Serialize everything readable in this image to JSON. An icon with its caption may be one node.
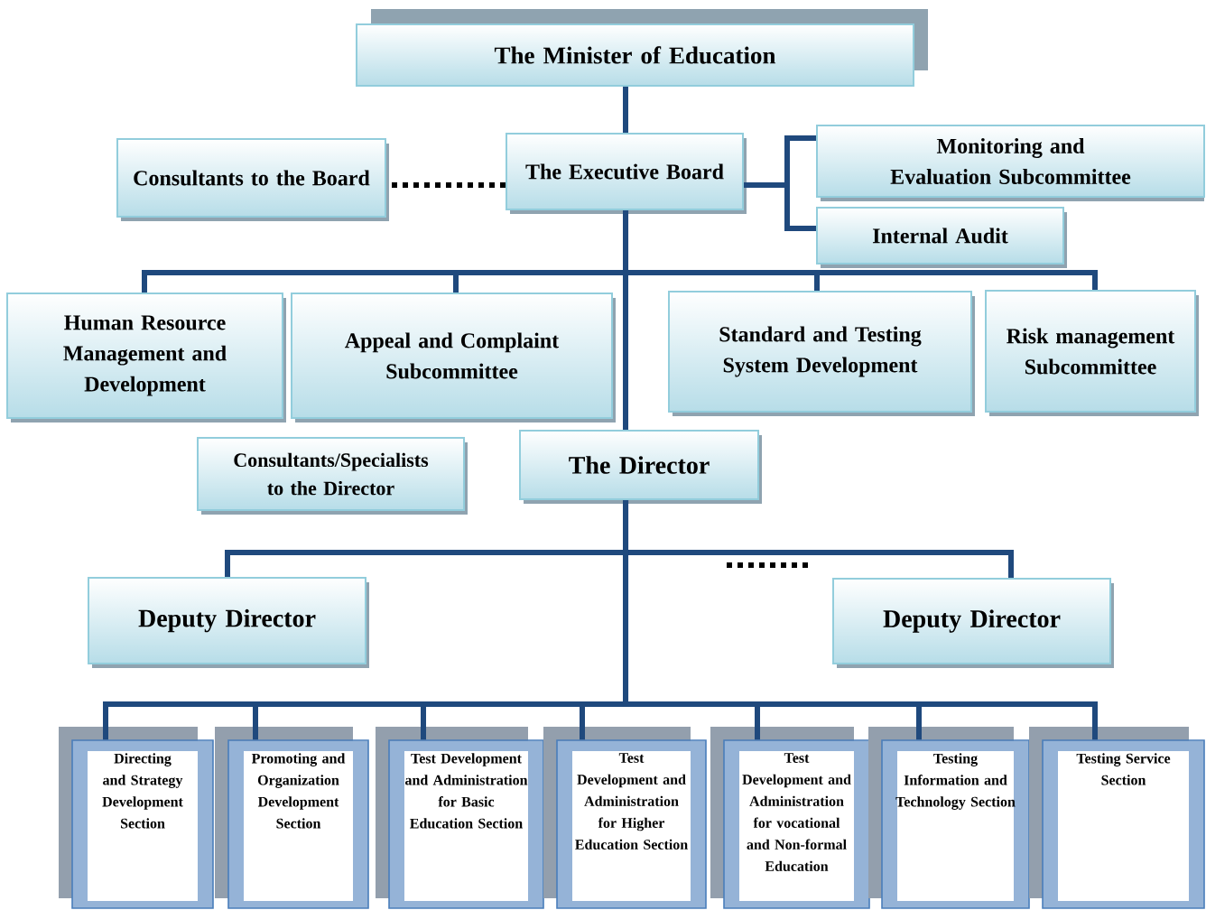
{
  "diagram": {
    "nodes": [
      {
        "text": [
          "The Minister of Education"
        ]
      },
      {
        "text": [
          "Consultants to the Board"
        ]
      },
      {
        "text": [
          "The Executive Board"
        ]
      },
      {
        "text": [
          "Monitoring and Evaluation Subcommittee"
        ]
      },
      {
        "text": [
          "Internal Audit"
        ]
      },
      {
        "text": [
          "Human Resource Management and Development"
        ]
      },
      {
        "text": [
          "Appeal and Complaint Subcommittee"
        ]
      },
      {
        "text": [
          "Standard and Testing System Development"
        ]
      },
      {
        "text": [
          "Risk management Subcommittee"
        ]
      },
      {
        "text": [
          "Consultants/Specialists to the Director"
        ]
      },
      {
        "text": [
          "The Director"
        ]
      },
      {
        "text": [
          "Deputy Director"
        ]
      },
      {
        "text": [
          "Deputy Director"
        ]
      },
      {
        "text": [
          "Directing and Strategy Development Section"
        ]
      },
      {
        "text": [
          "Promoting and Organization Development Section"
        ]
      },
      {
        "text": [
          "Test Development and Administration for Basic Education Section"
        ]
      },
      {
        "text": [
          "Test Development and Administration for Higher Education Section"
        ]
      },
      {
        "text": [
          "Test Development and Administration for vocational and Non-formal Education"
        ]
      },
      {
        "text": [
          "Testing Information and Technology Section"
        ]
      },
      {
        "text": [
          "Testing Service Section"
        ]
      }
    ],
    "edges": [
      {
        "from": 0,
        "to": 2,
        "arrow": "none"
      },
      {
        "from": 2,
        "to": 1,
        "arrow": "none",
        "style": "dashed",
        "color": "#000000"
      },
      {
        "from": 2,
        "to": 3,
        "arrow": "none"
      },
      {
        "from": 2,
        "to": 4,
        "arrow": "none"
      },
      {
        "from": 2,
        "to": 5,
        "arrow": "none"
      },
      {
        "from": 2,
        "to": 6,
        "arrow": "none"
      },
      {
        "from": 2,
        "to": 7,
        "arrow": "none"
      },
      {
        "from": 2,
        "to": 8,
        "arrow": "none"
      },
      {
        "from": 2,
        "to": 10,
        "arrow": "none"
      },
      {
        "from": 10,
        "to": 11,
        "arrow": "none"
      },
      {
        "from": 10,
        "to": 12,
        "arrow": "none"
      },
      {
        "from": 10,
        "to": 13,
        "arrow": "none"
      },
      {
        "from": 10,
        "to": 14,
        "arrow": "none"
      },
      {
        "from": 10,
        "to": 15,
        "arrow": "none"
      },
      {
        "from": 10,
        "to": 16,
        "arrow": "none"
      },
      {
        "from": 10,
        "to": 17,
        "arrow": "none"
      },
      {
        "from": 10,
        "to": 18,
        "arrow": "none"
      },
      {
        "from": 10,
        "to": 19,
        "arrow": "none"
      }
    ]
  }
}
